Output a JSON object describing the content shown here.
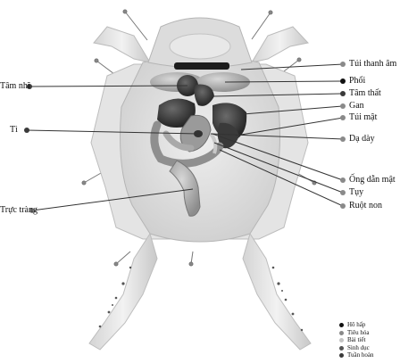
{
  "labels": {
    "tui_thanh_am": "Túi thanh âm",
    "phoi": "Phổi",
    "tam_that": "Tâm thất",
    "gan": "Gan",
    "tui_mat": "Túi mật",
    "da_day": "Dạ dày",
    "ong_dan_mat": "Ống dẫn mật",
    "tuy": "Tụy",
    "ruot_non": "Ruột non",
    "tam_nhi": "Tâm nhĩ",
    "ti": "Tì",
    "truc_trang": "Trực tràng"
  },
  "legend": [
    {
      "label": "Hô hấp",
      "color": "#111111"
    },
    {
      "label": "Tiêu hóa",
      "color": "#8a8a8a"
    },
    {
      "label": "Bài tiết",
      "color": "#c4c4c4"
    },
    {
      "label": "Sinh dục",
      "color": "#555555"
    },
    {
      "label": "Tuần hoàn",
      "color": "#3a3a3a"
    }
  ],
  "colors": {
    "respiratory": "#111111",
    "digestive": "#8a8a8a",
    "circulatory": "#3a3a3a",
    "body": "#e6e6e6",
    "organ_dark": "#2e2e2e"
  }
}
